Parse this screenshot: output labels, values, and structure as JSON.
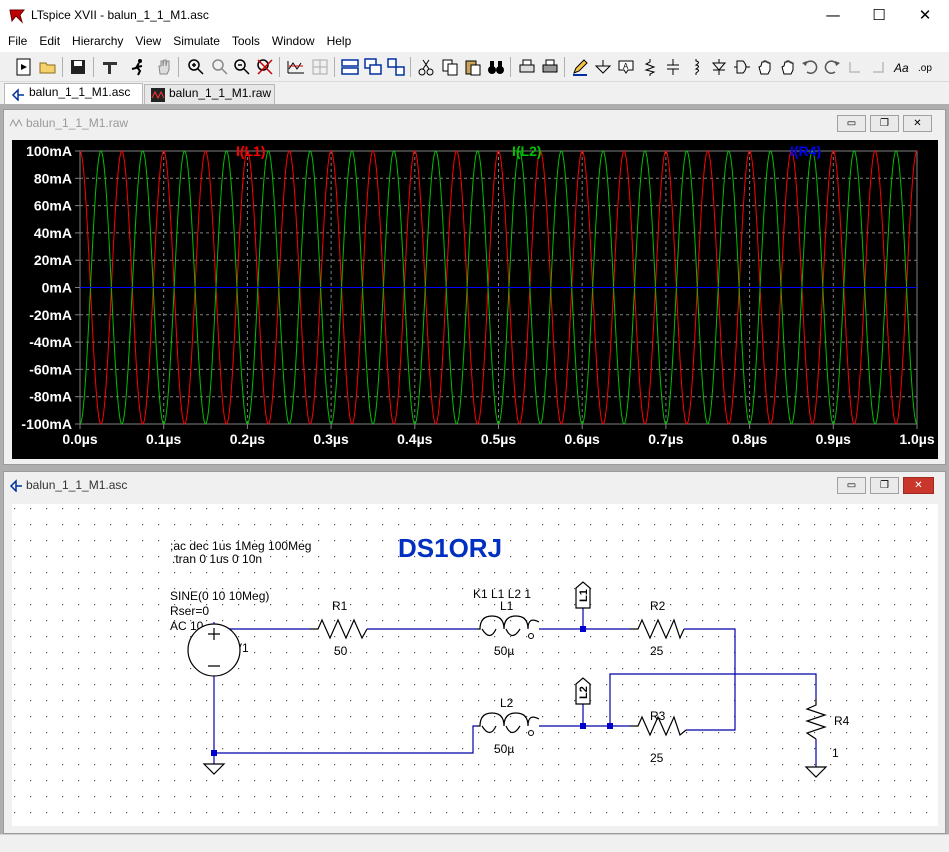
{
  "window": {
    "title": "LTspice XVII - balun_1_1_M1.asc",
    "minimize": "—",
    "maximize": "☐",
    "close": "✕"
  },
  "menu": [
    "File",
    "Edit",
    "Hierarchy",
    "View",
    "Simulate",
    "Tools",
    "Window",
    "Help"
  ],
  "tabs": [
    {
      "label": "balun_1_1_M1.asc",
      "active": true
    },
    {
      "label": "balun_1_1_M1.raw",
      "active": false
    }
  ],
  "plot_window": {
    "title": "balun_1_1_M1.raw"
  },
  "schematic_window": {
    "title": "balun_1_1_M1.asc"
  },
  "child_buttons": {
    "minimize": "▭",
    "restore": "❐",
    "close": "✕"
  },
  "chart_data": {
    "type": "line",
    "series": [
      {
        "name": "I(L1)",
        "color": "#ff0000",
        "amplitude_mA": 100,
        "frequency_MHz": 20,
        "phase": "cosine"
      },
      {
        "name": "I(L2)",
        "color": "#00c000",
        "amplitude_mA": 100,
        "frequency_MHz": 20,
        "phase": "negative-cosine"
      },
      {
        "name": "I(R4)",
        "color": "#0000ff",
        "amplitude_mA": 0,
        "frequency_MHz": 20,
        "phase": "flat"
      }
    ],
    "x_ticks": [
      "0.0µs",
      "0.1µs",
      "0.2µs",
      "0.3µs",
      "0.4µs",
      "0.5µs",
      "0.6µs",
      "0.7µs",
      "0.8µs",
      "0.9µs",
      "1.0µs"
    ],
    "y_ticks": [
      "100mA",
      "80mA",
      "60mA",
      "40mA",
      "20mA",
      "0mA",
      "-20mA",
      "-40mA",
      "-60mA",
      "-80mA",
      "-100mA"
    ],
    "xlim": [
      0,
      1.0
    ],
    "ylim": [
      -100,
      100
    ],
    "grid": true,
    "background": "#000000"
  },
  "schematic": {
    "directives": [
      ";ac dec 1us 1Meg 100Meg",
      ".tran 0 1us 0 10n"
    ],
    "logo_text": "DS1ORJ",
    "source": {
      "name": "V1",
      "params": [
        "SINE(0 10 10Meg)",
        "Rser=0",
        "AC 10"
      ]
    },
    "coupling": "K1 L1 L2 1",
    "components": [
      {
        "name": "R1",
        "value": "50"
      },
      {
        "name": "L1",
        "value": "50µ"
      },
      {
        "name": "R2",
        "value": "25"
      },
      {
        "name": "L2",
        "value": "50µ"
      },
      {
        "name": "R3",
        "value": "25"
      },
      {
        "name": "R4",
        "value": "1"
      }
    ],
    "net_labels": [
      "L1",
      "L2"
    ]
  }
}
